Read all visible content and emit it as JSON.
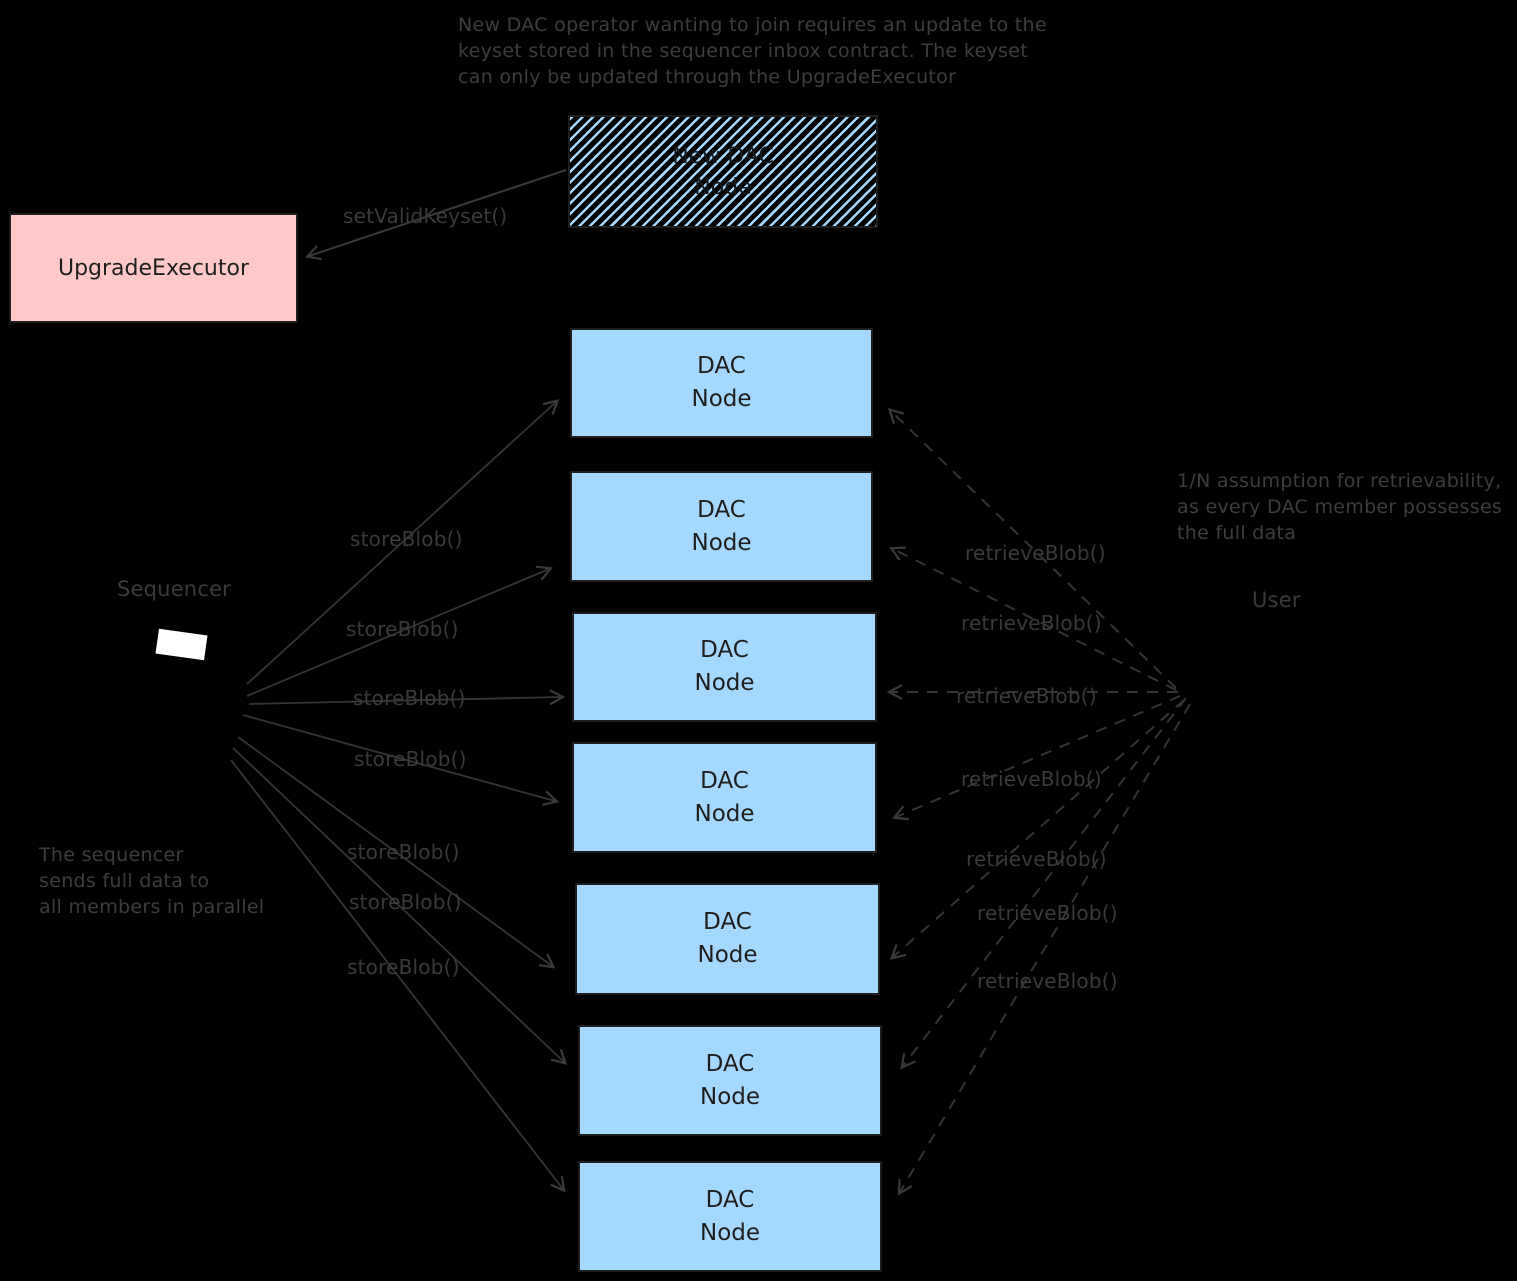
{
  "notes": {
    "top": "New DAC operator wanting to join requires an update to the\nkeyset stored in the sequencer inbox contract. The keyset\ncan only be updated through the UpgradeExecutor",
    "left": "The sequencer\nsends full data to\nall members in parallel",
    "right": "1/N assumption for retrievability,\nas every DAC member possesses\nthe full data"
  },
  "upgrade_executor": {
    "label": "UpgradeExecutor"
  },
  "new_dac_node": {
    "label": "New DAC\nNode"
  },
  "sequencer": {
    "label": "Sequencer"
  },
  "user": {
    "label": "User"
  },
  "dac_nodes": [
    {
      "label": "DAC\nNode"
    },
    {
      "label": "DAC\nNode"
    },
    {
      "label": "DAC\nNode"
    },
    {
      "label": "DAC\nNode"
    },
    {
      "label": "DAC\nNode"
    },
    {
      "label": "DAC\nNode"
    },
    {
      "label": "DAC\nNode"
    }
  ],
  "edges": {
    "set_valid_keyset_label": "setValidKeyset()",
    "store_labels": [
      "storeBlob()",
      "storeBlob()",
      "storeBlob()",
      "storeBlob()",
      "storeBlob()",
      "storeBlob()",
      "storeBlob()"
    ],
    "retrieve_labels": [
      "retrieveBlob()",
      "retrieveBlob()",
      "retrieveBlob()",
      "retrieveBlob()",
      "retrieveBlob()",
      "retrieveBlob()",
      "retrieveBlob()"
    ]
  },
  "colors": {
    "background": "#000000",
    "dac_node_fill": "#a5d8ff",
    "upgrade_executor_fill": "#ffc9c9",
    "stroke": "#3a3a3a",
    "box_text": "#1e1e1e"
  }
}
